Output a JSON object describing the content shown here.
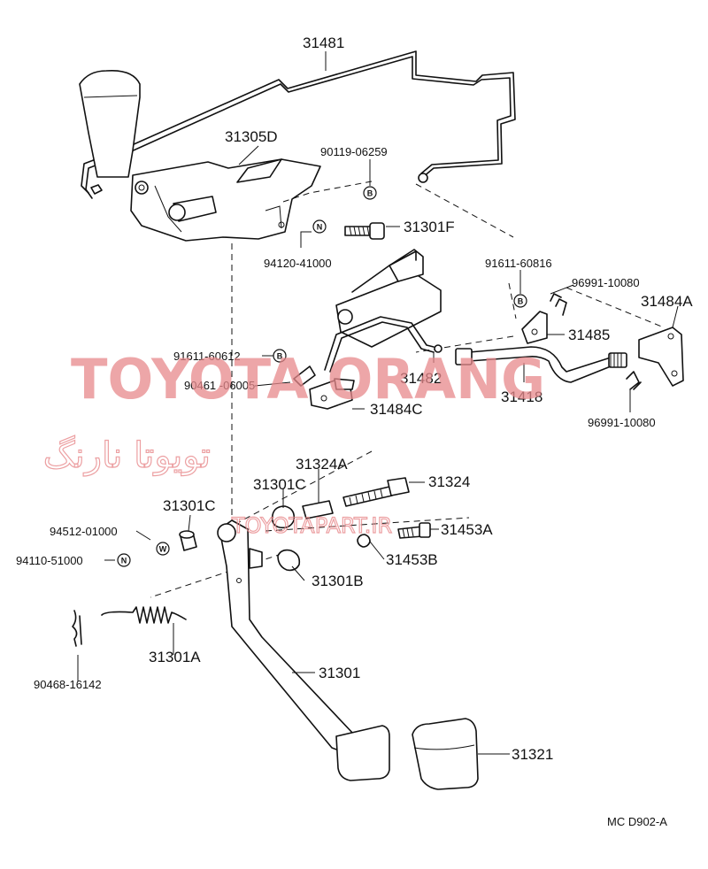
{
  "watermark": {
    "text": "TOYOTA ORANG",
    "persian_text": "تویوتا نارنگ",
    "site_text": "TOYOTAPART.IR",
    "color": "#e8898c"
  },
  "diagram_code": "MC D902-A",
  "labels": {
    "p31481": "31481",
    "p31305D": "31305D",
    "p90119": "90119-06259",
    "p31301F": "31301F",
    "p94120": "94120-41000",
    "p91611_60816": "91611-60816",
    "p96991_top": "96991-10080",
    "p31484A": "31484A",
    "p31485": "31485",
    "p91611_60612": "91611-60612",
    "p90461": "90461 -06005",
    "p31482": "31482",
    "p31418": "31418",
    "p31484C": "31484C",
    "p96991_bottom": "96991-10080",
    "p31324A": "31324A",
    "p31301C_a": "31301C",
    "p31324": "31324",
    "p31301C_b": "31301C",
    "p94512": "94512-01000",
    "p31453A": "31453A",
    "p94110": "94110-51000",
    "p31453B": "31453B",
    "p31301B": "31301B",
    "p31301A": "31301A",
    "p90468": "90468-16142",
    "p31301": "31301",
    "p31321": "31321"
  },
  "badges": {
    "bolt_b": "B",
    "nut_n": "N",
    "washer_w": "W"
  }
}
